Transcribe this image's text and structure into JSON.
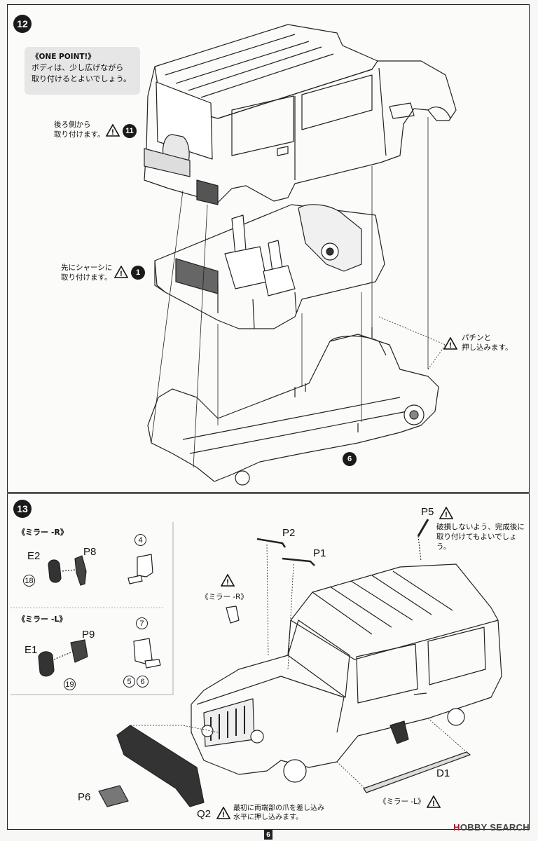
{
  "step12": {
    "number": "12",
    "one_point": {
      "heading": "《ONE POINT!》",
      "line1": "ボディは、少し広げながら",
      "line2": "取り付けるとよいでしょう。"
    },
    "note_rear": {
      "line1": "後ろ側から",
      "line2": "取り付けます。",
      "ref": "11"
    },
    "note_chassis": {
      "line1": "先にシャーシに",
      "line2": "取り付けます。",
      "ref": "1"
    },
    "note_snap": {
      "line1": "パチンと",
      "line2": "押し込みます。"
    },
    "ref_bottom": "6"
  },
  "step13": {
    "number": "13",
    "mirror_r": {
      "title": "《ミラー -R》",
      "part_e": "E2",
      "part_p": "P8",
      "num_a": "18",
      "num_b": "4"
    },
    "mirror_l": {
      "title": "《ミラー -L》",
      "part_e": "E1",
      "part_p": "P9",
      "num_a": "19",
      "num_b": "7",
      "num_c": "5",
      "num_d": "6"
    },
    "p5": {
      "label": "P5",
      "line1": "破損しないよう、完成後に",
      "line2": "取り付けてもよいでしょう。"
    },
    "p2": "P2",
    "p1": "P1",
    "mirror_r_callout": "《ミラー -R》",
    "d1": "D1",
    "mirror_l_callout": "《ミラー -L》",
    "p6": "P6",
    "q2": {
      "label": "Q2",
      "line1": "最初に両端部の爪を差し込み",
      "line2": "水平に押し込みます。"
    }
  },
  "page_number": "6",
  "watermark": {
    "brand": "HOBBY SEARCH",
    "part1": "H",
    "part2": "OBBY SEARCH"
  }
}
